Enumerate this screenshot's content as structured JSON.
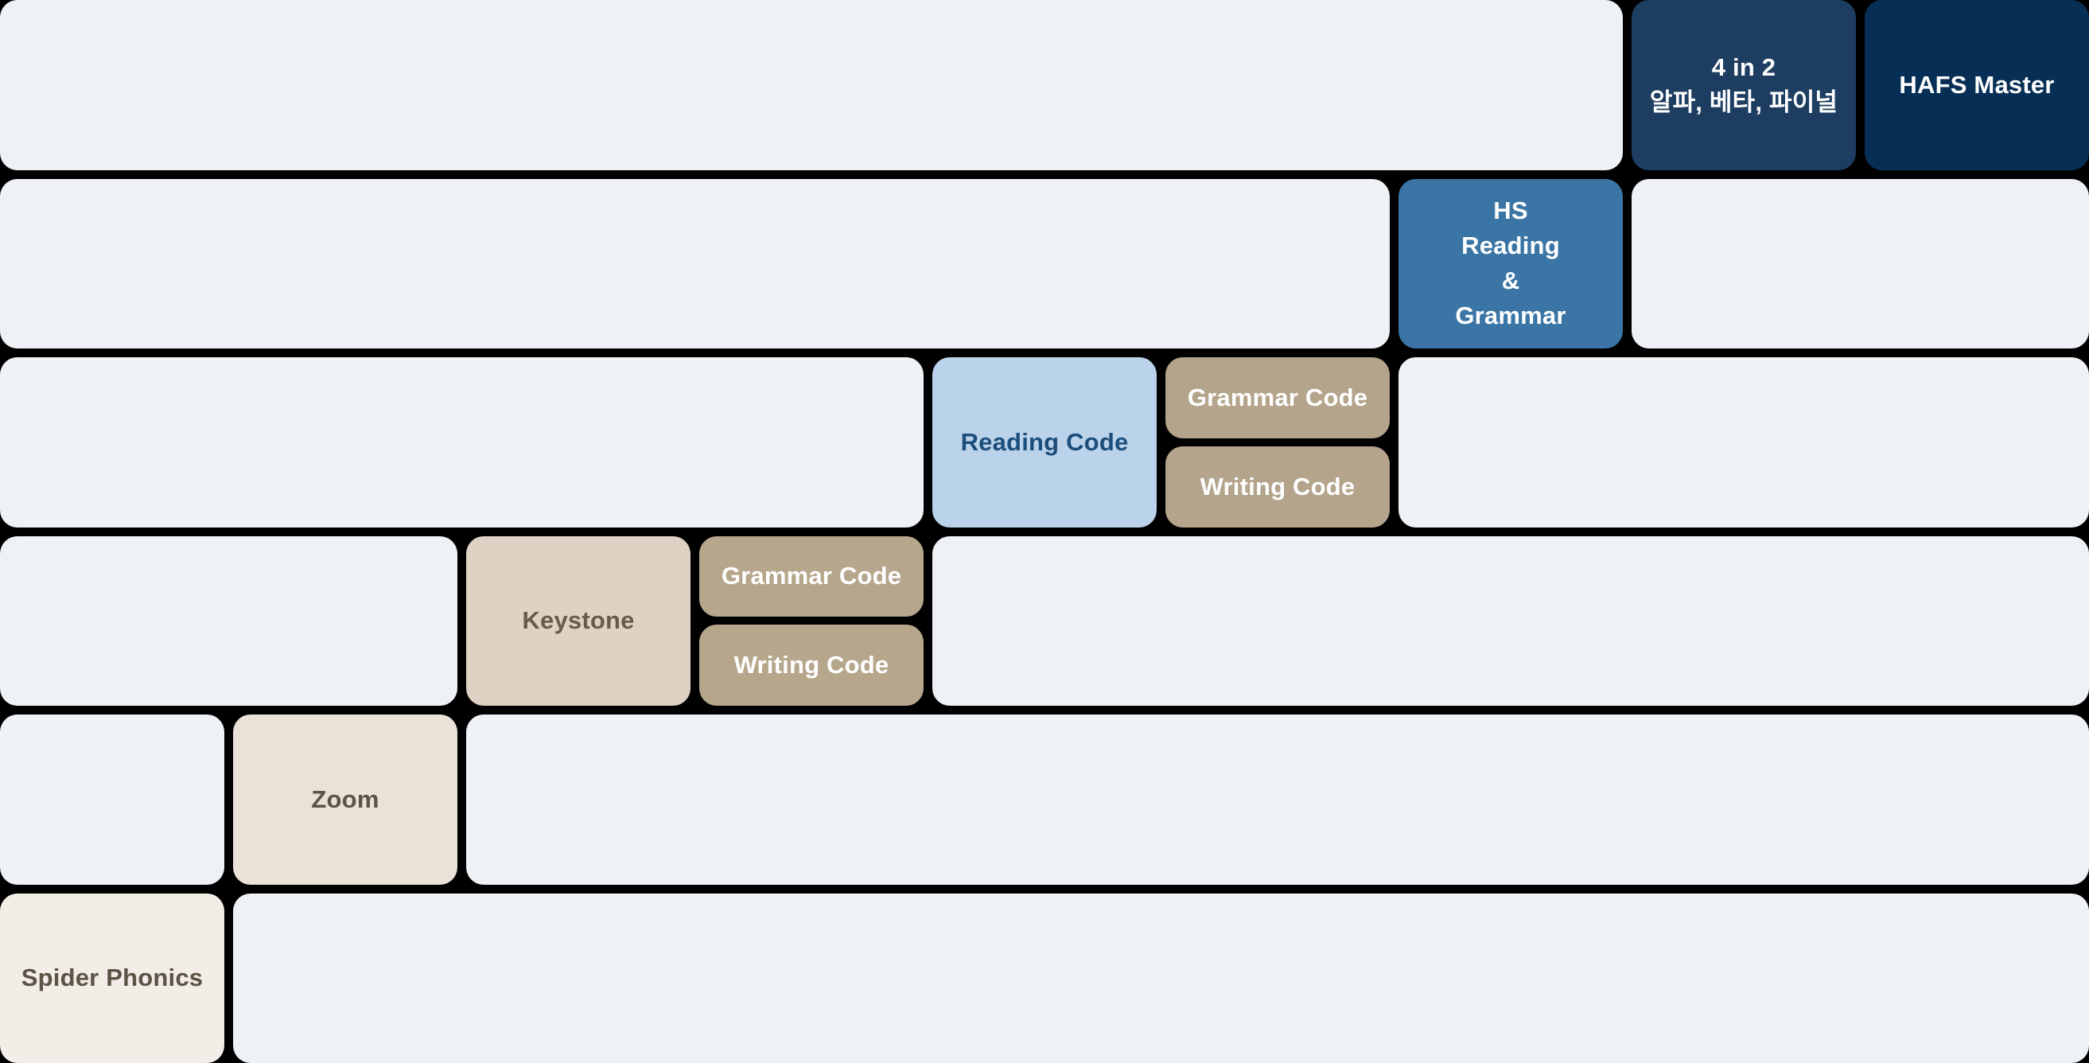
{
  "diagram": {
    "description": "Curriculum level roadmap staircase",
    "rows": 6,
    "columns": 9
  },
  "colors": {
    "background": "#000000",
    "filler": "#eef1f5",
    "white": "#ffffff",
    "four_in_two_bg": "#1e3e61",
    "hafs_master_bg": "#072f55",
    "hs_reading_grammar_bg": "#3a75a5",
    "reading_code_bg": "#bad2ea",
    "reading_code_fg": "#1c4e7c",
    "code_tan_upper_bg": "#b3a48b",
    "code_tan_lower_bg": "#b6a68c",
    "keystone_bg": "#ddd2c3",
    "keystone_fg": "#695b4b",
    "zoom_bg": "#ebe2d7",
    "zoom_fg": "#5c5245",
    "spider_bg": "#f2ede6",
    "spider_fg": "#5c5245"
  },
  "levels": {
    "four_in_two": {
      "label": "4 in 2\n알파, 베타, 파이널"
    },
    "hafs_master": {
      "label": "HAFS Master"
    },
    "hs_reading_grammar": {
      "label": "HS\nReading\n&\nGrammar"
    },
    "reading_code": {
      "label": "Reading Code"
    },
    "grammar_code_upper": {
      "label": "Grammar Code"
    },
    "writing_code_upper": {
      "label": "Writing Code"
    },
    "keystone": {
      "label": "Keystone"
    },
    "grammar_code_lower": {
      "label": "Grammar Code"
    },
    "writing_code_lower": {
      "label": "Writing Code"
    },
    "zoom": {
      "label": "Zoom"
    },
    "spider_phonics": {
      "label": "Spider Phonics"
    }
  }
}
